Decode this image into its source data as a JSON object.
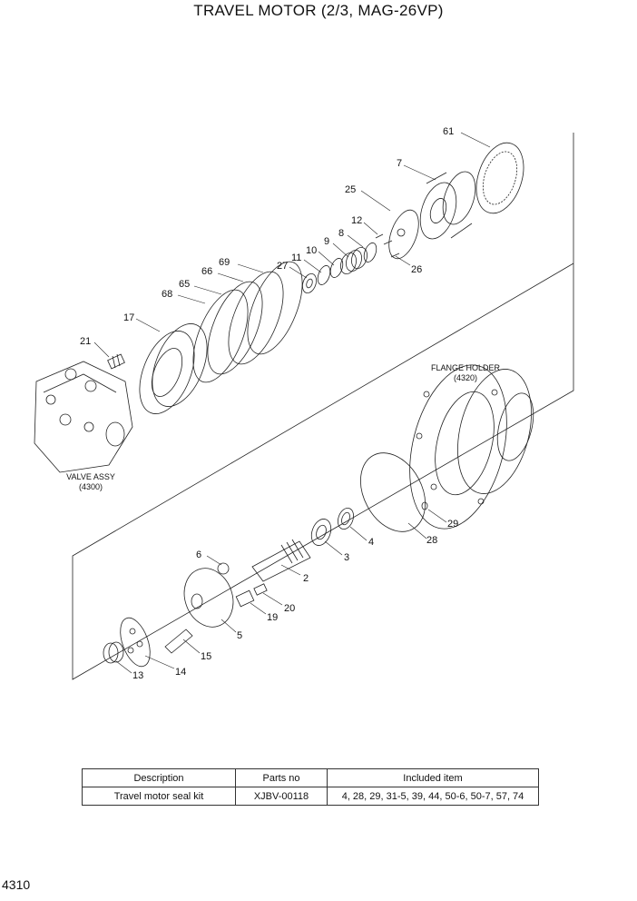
{
  "title": "TRAVEL MOTOR (2/3, MAG-26VP)",
  "page_number": "4310",
  "callouts": [
    "61",
    "7",
    "25",
    "12",
    "8",
    "9",
    "10",
    "11",
    "27",
    "26",
    "69",
    "66",
    "65",
    "68",
    "17",
    "21",
    "6",
    "2",
    "3",
    "4",
    "28",
    "29",
    "20",
    "19",
    "5",
    "15",
    "14",
    "13"
  ],
  "assemblies": {
    "flange_holder": {
      "name": "FLANGE HOLDER",
      "code": "(4320)"
    },
    "valve_assy": {
      "name": "VALVE ASSY",
      "code": "(4300)"
    }
  },
  "kit_table": {
    "headers": [
      "Description",
      "Parts no",
      "Included item"
    ],
    "row": [
      "Travel motor seal kit",
      "XJBV-00118",
      "4, 28, 29, 31-5, 39, 44, 50-6, 50-7, 57, 74"
    ]
  }
}
